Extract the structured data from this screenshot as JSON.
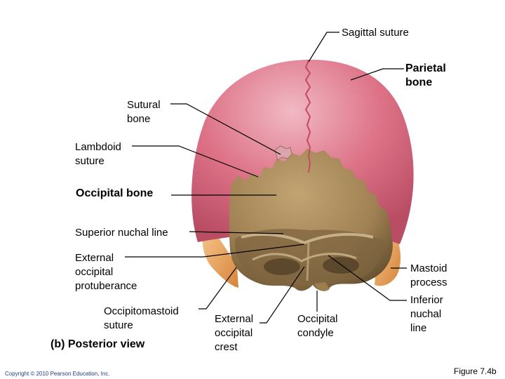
{
  "labels": {
    "sagittal_suture": "Sagittal suture",
    "parietal_bone": "Parietal\nbone",
    "sutural_bone": "Sutural\nbone",
    "lambdoid_suture": "Lambdoid\nsuture",
    "occipital_bone": "Occipital bone",
    "superior_nuchal_line": "Superior nuchal line",
    "external_occipital_protuberance": "External\noccipital\nprotuberance",
    "mastoid_process": "Mastoid\nprocess",
    "inferior_nuchal_line": "Inferior\nnuchal\nline",
    "occipitomastoid_suture": "Occipitomastoid\nsuture",
    "external_occipital_crest": "External\noccipital\ncrest",
    "occipital_condyle": "Occipital\ncondyle"
  },
  "caption": "(b) Posterior view",
  "copyright": "Copyright © 2010 Pearson Education, Inc.",
  "figure_number": "Figure 7.4b",
  "colors": {
    "parietal": "#d9667c",
    "parietal_highlight": "#f1b9c4",
    "occipital": "#a88859",
    "occipital_dark": "#5e4a2c",
    "mastoid": "#eda25a",
    "leader_line": "#000000"
  }
}
